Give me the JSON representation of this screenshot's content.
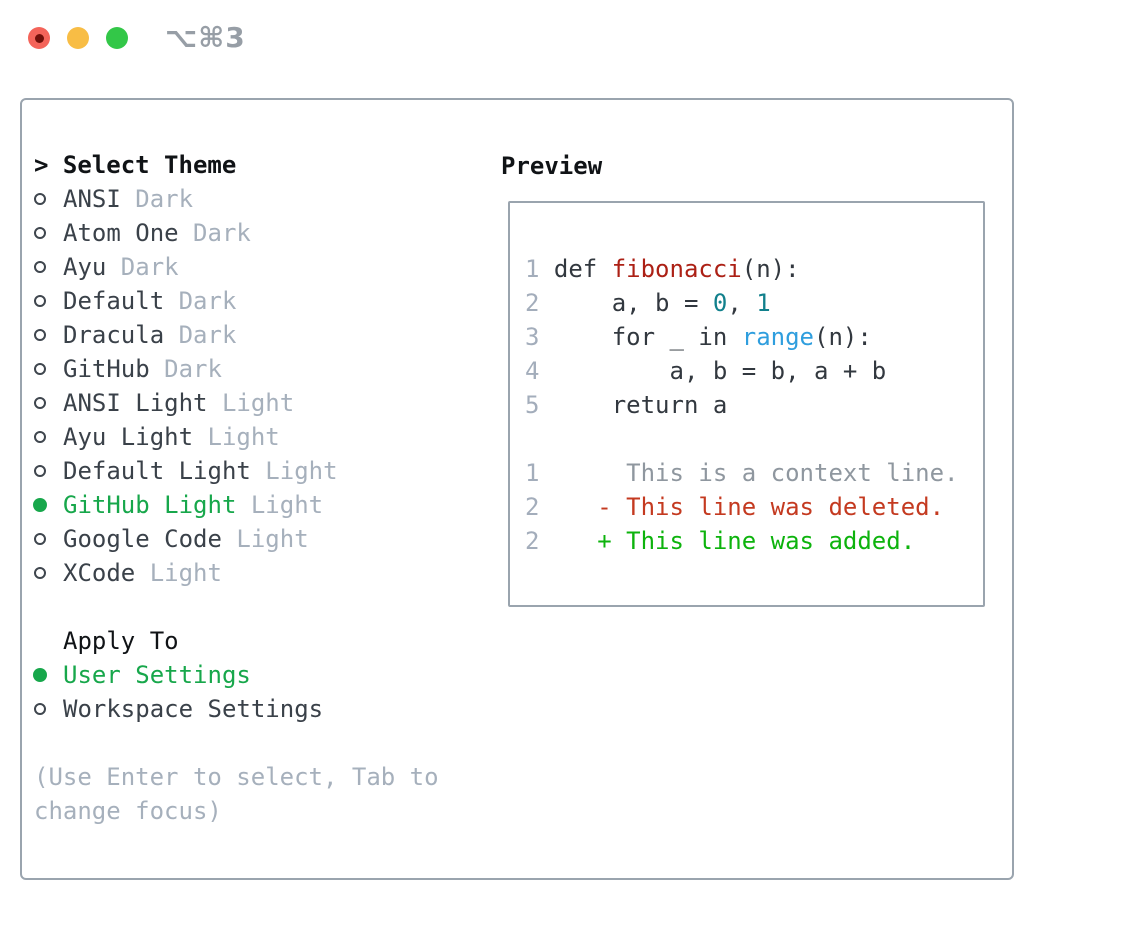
{
  "window": {
    "shortcut_label": "⌥⌘3",
    "traffic_lights": [
      "close",
      "minimize",
      "zoom"
    ]
  },
  "theme_picker": {
    "caret": ">",
    "header": "Select Theme",
    "items": [
      {
        "name": "ANSI",
        "variant": "Dark",
        "selected": false
      },
      {
        "name": "Atom One",
        "variant": "Dark",
        "selected": false
      },
      {
        "name": "Ayu",
        "variant": "Dark",
        "selected": false
      },
      {
        "name": "Default",
        "variant": "Dark",
        "selected": false
      },
      {
        "name": "Dracula",
        "variant": "Dark",
        "selected": false
      },
      {
        "name": "GitHub",
        "variant": "Dark",
        "selected": false
      },
      {
        "name": "ANSI Light",
        "variant": "Light",
        "selected": false
      },
      {
        "name": "Ayu Light",
        "variant": "Light",
        "selected": false
      },
      {
        "name": "Default Light",
        "variant": "Light",
        "selected": false
      },
      {
        "name": "GitHub Light",
        "variant": "Light",
        "selected": true
      },
      {
        "name": "Google Code",
        "variant": "Light",
        "selected": false
      },
      {
        "name": "XCode",
        "variant": "Light",
        "selected": false
      }
    ],
    "apply_to": {
      "header": "Apply To",
      "options": [
        {
          "name": "User Settings",
          "selected": true
        },
        {
          "name": "Workspace Settings",
          "selected": false
        }
      ]
    },
    "hint_lines": [
      "(Use Enter to select, Tab to",
      "change focus)"
    ]
  },
  "preview": {
    "title": "Preview",
    "lines": [
      [
        {
          "t": "1 ",
          "c": "ln"
        },
        {
          "t": "def ",
          "c": "code"
        },
        {
          "t": "fibonacci",
          "c": "fn"
        },
        {
          "t": "(n):",
          "c": "code"
        }
      ],
      [
        {
          "t": "2 ",
          "c": "ln"
        },
        {
          "t": "    a, b = ",
          "c": "code"
        },
        {
          "t": "0",
          "c": "num"
        },
        {
          "t": ", ",
          "c": "code"
        },
        {
          "t": "1",
          "c": "num"
        }
      ],
      [
        {
          "t": "3 ",
          "c": "ln"
        },
        {
          "t": "    for _ in ",
          "c": "code"
        },
        {
          "t": "range",
          "c": "bi"
        },
        {
          "t": "(n):",
          "c": "code"
        }
      ],
      [
        {
          "t": "4 ",
          "c": "ln"
        },
        {
          "t": "        a, b = b, a + b",
          "c": "code"
        }
      ],
      [
        {
          "t": "5 ",
          "c": "ln"
        },
        {
          "t": "    return a",
          "c": "code"
        }
      ],
      [],
      [
        {
          "t": "1 ",
          "c": "ln"
        },
        {
          "t": "     This is a context line.",
          "c": "ctx"
        }
      ],
      [
        {
          "t": "2 ",
          "c": "ln"
        },
        {
          "t": "   - This line was deleted.",
          "c": "del"
        }
      ],
      [
        {
          "t": "2 ",
          "c": "ln"
        },
        {
          "t": "   + This line was added.",
          "c": "add"
        }
      ]
    ]
  },
  "colors": {
    "selected_green": "#17a74b",
    "added_green": "#0db30d",
    "deleted_red": "#c43a20",
    "function_red": "#ac2015",
    "number_teal": "#11808c",
    "builtin_blue": "#2f9ede",
    "context_gray": "#8f979f",
    "lineno_gray": "#a3adbb",
    "text_black": "#101316",
    "text_dark": "#3a4149",
    "text_gray": "#a6b0bc",
    "text_muted": "#979ea6",
    "code_dark": "#32383f",
    "border_gray": "#9aa4ae",
    "traffic_red": "#f4645a",
    "traffic_yellow": "#f8bd45",
    "traffic_green": "#33c748"
  }
}
